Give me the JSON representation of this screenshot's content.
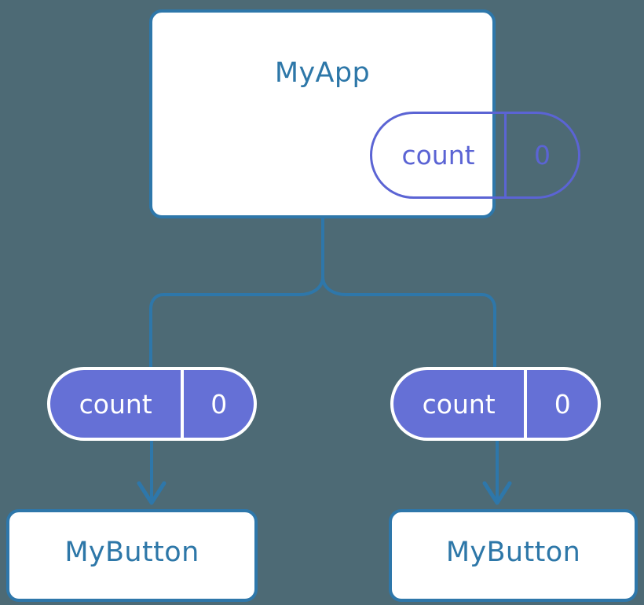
{
  "diagram": {
    "type": "component-tree",
    "background_color": "#4d6a75",
    "accent_color": "#2e77aa",
    "state_color": "#6570d6",
    "root": {
      "name": "MyApp",
      "state": {
        "key": "count",
        "value": "0"
      }
    },
    "children": [
      {
        "name": "MyButton",
        "props": {
          "key": "count",
          "value": "0"
        }
      },
      {
        "name": "MyButton",
        "props": {
          "key": "count",
          "value": "0"
        }
      }
    ]
  },
  "connectors": {
    "root_split_label": "",
    "arrow_head": "open-v-arrow"
  }
}
